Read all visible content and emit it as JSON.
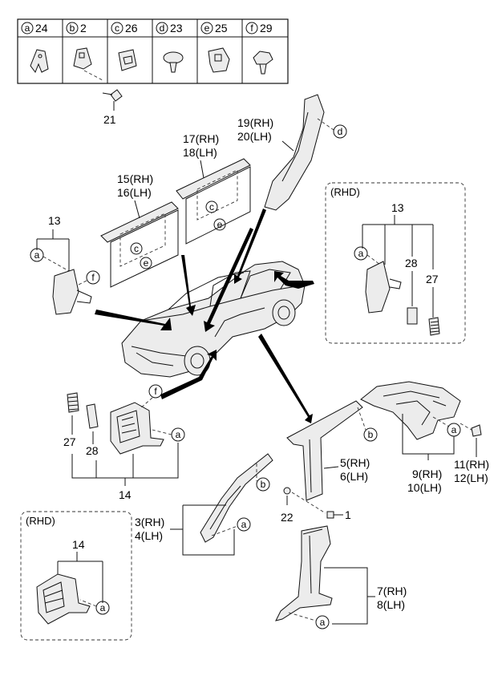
{
  "legend": [
    {
      "letter": "a",
      "number": "24"
    },
    {
      "letter": "b",
      "number": "2"
    },
    {
      "letter": "c",
      "number": "26"
    },
    {
      "letter": "d",
      "number": "23"
    },
    {
      "letter": "e",
      "number": "25"
    },
    {
      "letter": "f",
      "number": "29"
    }
  ],
  "callouts": {
    "n21": "21",
    "n19": "19(RH)",
    "n20": "20(LH)",
    "n17": "17(RH)",
    "n18": "18(LH)",
    "n15": "15(RH)",
    "n16": "16(LH)",
    "n13": "13",
    "n13_rhd": "13",
    "n28_rhd": "28",
    "n27_rhd": "27",
    "rhd_top": "(RHD)",
    "n27": "27",
    "n28": "28",
    "n14": "14",
    "n5": "5(RH)",
    "n6": "6(LH)",
    "n9": "9(RH)",
    "n10": "10(LH)",
    "n11": "11(RH)",
    "n12": "12(LH)",
    "n3": "3(RH)",
    "n4": "4(LH)",
    "n22": "22",
    "n1": "1",
    "rhd_bottom": "(RHD)",
    "n14_rhd": "14",
    "n7": "7(RH)",
    "n8": "8(LH)"
  },
  "markers": {
    "a": "a",
    "b": "b",
    "c": "c",
    "d": "d",
    "e": "e",
    "f": "f"
  }
}
